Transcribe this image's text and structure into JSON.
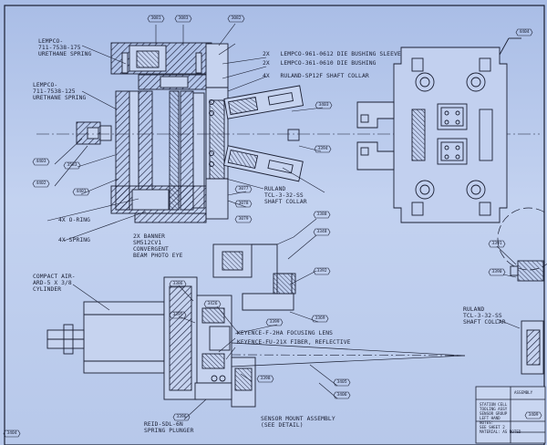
{
  "labels": {
    "lempco_175": "LEMPCO-\n711-7538-175\nURETHANE SPRING",
    "lempco_125": "LEMPCO-\n711-7538-125\nURETHANE SPRING",
    "die_bushing_sleeve": "2X   LEMPCO-961-0612 DIE BUSHING SLEEVE",
    "die_bushing": "2X   LEMPCO-361-0610 DIE BUSHING",
    "shaft_collar_top": "4X   RULAND-SP12F SHAFT COLLAR",
    "ruland_mid": "RULAND\nTCL-3-32-SS\nSHAFT COLLAR",
    "o_ring": "4X O-RING",
    "spring": "4X SPRING",
    "banner": "2X BANNER\nSM512CV1\nCONVERGENT\nBEAM PHOTO EYE",
    "cylinder": "COMPACT AIR-\nARD-5 X 3/8\nCYLINDER",
    "keyence_lens": "KEYENCE-F-2HA FOCUSING LENS",
    "keyence_fiber": "KEYENCE-FU-21X FIBER, REFLECTIVE",
    "sensor_mount": "SENSOR MOUNT ASSEMBLY\n(SEE DETAIL)",
    "reid": "REID-SDL-6N\nSPRING PLUNGER",
    "ruland_right": "RULAND\nTCL-3-32-SS\nSHAFT COLLAR"
  },
  "balloons": {
    "b3081": "3081",
    "b3083": "3083",
    "b3082": "3082",
    "b4404": "4404",
    "b3403": "3403",
    "b3394": "3394",
    "b4403": "4403",
    "b3583": "3583",
    "b4402": "4402",
    "b4401": "4401",
    "b3077": "3077",
    "b3078": "3078",
    "b3079": "3079",
    "b3388": "3388",
    "b3348": "3348",
    "b3392": "3392",
    "b3369": "3369",
    "b3399": "3399",
    "b3386": "3386",
    "b3395": "3395",
    "b3426": "3426",
    "b3391": "3391",
    "b3390": "3390",
    "b3398": "3398",
    "b3396": "3396",
    "b3405": "3405",
    "b3406": "3406",
    "b3404": "3404",
    "b3409": "3409"
  },
  "title_block": {
    "heading": "ASSEMBLY",
    "lines": [
      "STATION CELL",
      "TOOLING ASSY",
      "SENSOR GROUP",
      "LEFT HAND",
      "NOTES:",
      "SEE SHEET 2",
      "MATERIAL: AS NOTED"
    ]
  },
  "colors": {
    "sheet": "#b6c7ea",
    "ink": "#1a1f33"
  }
}
